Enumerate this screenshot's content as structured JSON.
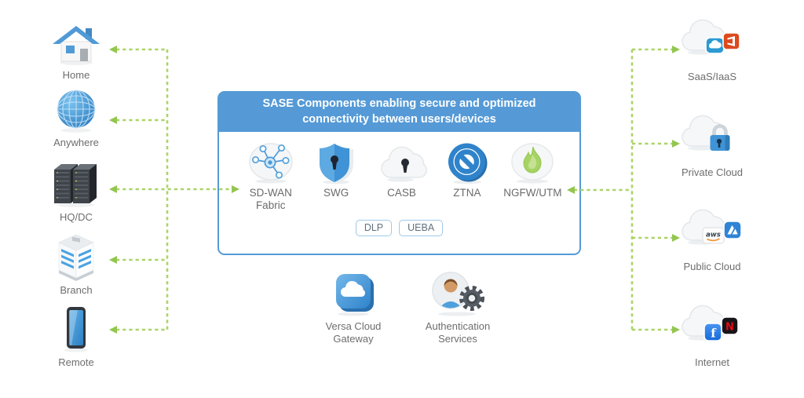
{
  "diagram": {
    "title": "SASE Components enabling secure and optimized connectivity between users/devices",
    "left_nodes": [
      {
        "label": "Home",
        "icon": "house-icon"
      },
      {
        "label": "Anywhere",
        "icon": "globe-icon"
      },
      {
        "label": "HQ/DC",
        "icon": "server-racks-icon"
      },
      {
        "label": "Branch",
        "icon": "office-building-icon"
      },
      {
        "label": "Remote",
        "icon": "smartphone-icon"
      }
    ],
    "components": [
      {
        "label": "SD-WAN Fabric",
        "icon": "sdwan-fabric-hub-icon"
      },
      {
        "label": "SWG",
        "icon": "shield-keyhole-icon"
      },
      {
        "label": "CASB",
        "icon": "cloud-keyhole-icon"
      },
      {
        "label": "ZTNA",
        "icon": "no-entry-icon"
      },
      {
        "label": "NGFW/UTM",
        "icon": "flame-icon"
      }
    ],
    "chips": [
      "DLP",
      "UEBA"
    ],
    "bottom_nodes": [
      {
        "label": "Versa Cloud Gateway",
        "icon": "cloud-app-tile-icon"
      },
      {
        "label": "Authentication Services",
        "icon": "user-gear-icon"
      }
    ],
    "right_nodes": [
      {
        "label": "SaaS/IaaS",
        "icon": "cloud-salesforce-office-icon"
      },
      {
        "label": "Private Cloud",
        "icon": "cloud-padlock-icon"
      },
      {
        "label": "Public Cloud",
        "icon": "cloud-aws-azure-icon"
      },
      {
        "label": "Internet",
        "icon": "cloud-facebook-netflix-icon"
      }
    ],
    "colors": {
      "accent_blue": "#559ad6",
      "connector_green": "#abd468",
      "arrowhead_green": "#93c64f",
      "label_gray": "#6e6e6e"
    }
  }
}
